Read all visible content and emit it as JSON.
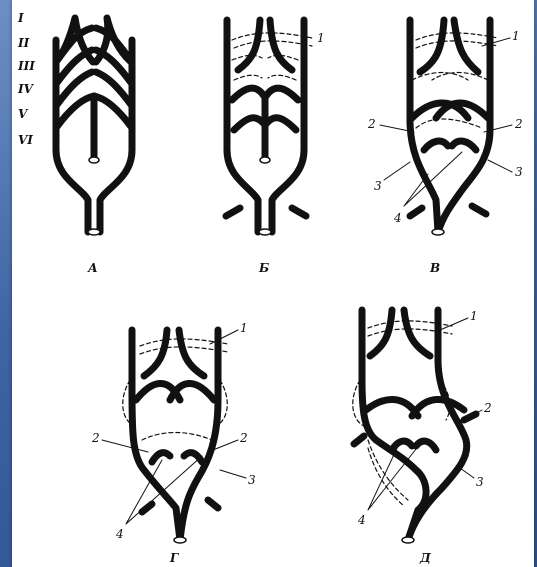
{
  "arch_numerals": [
    "I",
    "II",
    "III",
    "IV",
    "V",
    "VI"
  ],
  "panels": [
    {
      "id": "A",
      "caption": "А",
      "labels": []
    },
    {
      "id": "B",
      "caption": "Б",
      "labels": [
        "1"
      ]
    },
    {
      "id": "V",
      "caption": "В",
      "labels": [
        "1",
        "2",
        "2",
        "3",
        "3",
        "4"
      ]
    },
    {
      "id": "G",
      "caption": "Г",
      "labels": [
        "1",
        "2",
        "2",
        "3",
        "4"
      ]
    },
    {
      "id": "D",
      "caption": "Д",
      "labels": [
        "1",
        "2",
        "3",
        "4"
      ]
    }
  ],
  "colors": {
    "ink": "#111111",
    "paper": "#ffffff",
    "background": "#3d64a3"
  }
}
